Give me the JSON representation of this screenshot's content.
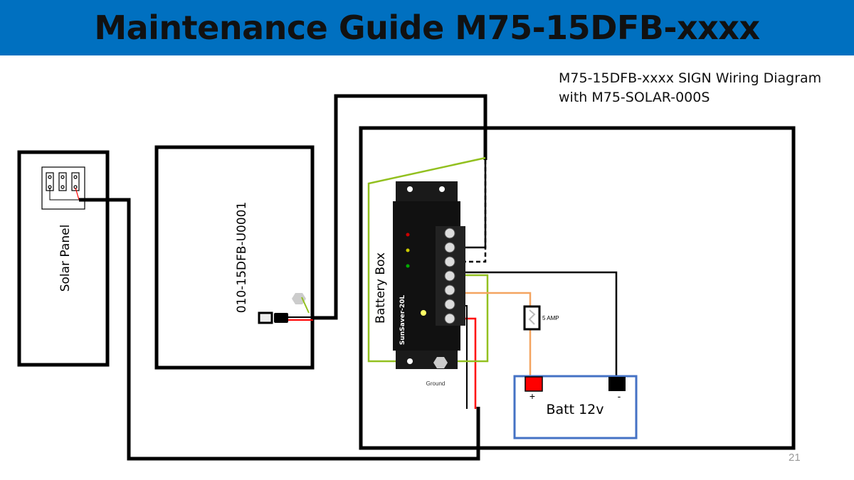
{
  "title": "Maintenance Guide M75-15DFB-xxxx",
  "caption": {
    "line1": "M75-15DFB-xxxx SIGN Wiring Diagram",
    "line2": "with M75-SOLAR-000S"
  },
  "labels": {
    "solar_panel": "Solar Panel",
    "sign_unit": "010-15DFB-U0001",
    "battery_box": "Battery Box",
    "fuse": "5 AMP",
    "ground": "Ground",
    "battery": "Batt 12v",
    "battery_plus": "+",
    "battery_minus": "-",
    "controller": "SunSaver-20L"
  },
  "colors": {
    "title_bar": "#0070C0",
    "battery_outline": "#4472C4",
    "ground_wire": "#92C01F",
    "fuse_wire": "#F4A460",
    "positive": "#FF0000"
  },
  "page_number": "21"
}
